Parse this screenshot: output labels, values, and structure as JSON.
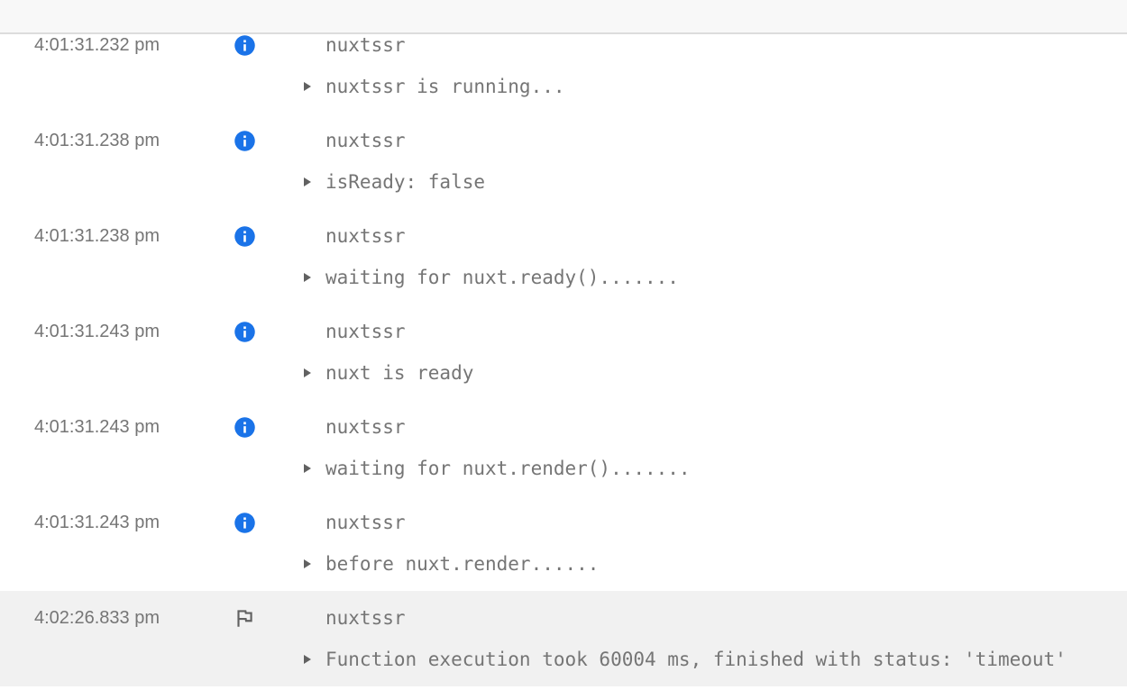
{
  "colors": {
    "info_blue": "#1a73e8",
    "icon_gray": "#616161",
    "text_gray": "#757575",
    "highlight_bg": "#f1f1f1",
    "header_bg": "#f8f8f8",
    "header_border": "#dcdcdc"
  },
  "log": {
    "entries": [
      {
        "time": "4:01:31.232 pm",
        "severity": "info",
        "name": "nuxtssr",
        "message": "nuxtssr is running...",
        "highlighted": false
      },
      {
        "time": "4:01:31.238 pm",
        "severity": "info",
        "name": "nuxtssr",
        "message": "isReady: false",
        "highlighted": false
      },
      {
        "time": "4:01:31.238 pm",
        "severity": "info",
        "name": "nuxtssr",
        "message": "waiting for nuxt.ready().......",
        "highlighted": false
      },
      {
        "time": "4:01:31.243 pm",
        "severity": "info",
        "name": "nuxtssr",
        "message": "nuxt is ready",
        "highlighted": false
      },
      {
        "time": "4:01:31.243 pm",
        "severity": "info",
        "name": "nuxtssr",
        "message": "waiting for nuxt.render().......",
        "highlighted": false
      },
      {
        "time": "4:01:31.243 pm",
        "severity": "info",
        "name": "nuxtssr",
        "message": "before nuxt.render......",
        "highlighted": false
      },
      {
        "time": "4:02:26.833 pm",
        "severity": "flag",
        "name": "nuxtssr",
        "message": "Function execution took 60004 ms, finished with status: 'timeout'",
        "highlighted": true
      }
    ]
  }
}
